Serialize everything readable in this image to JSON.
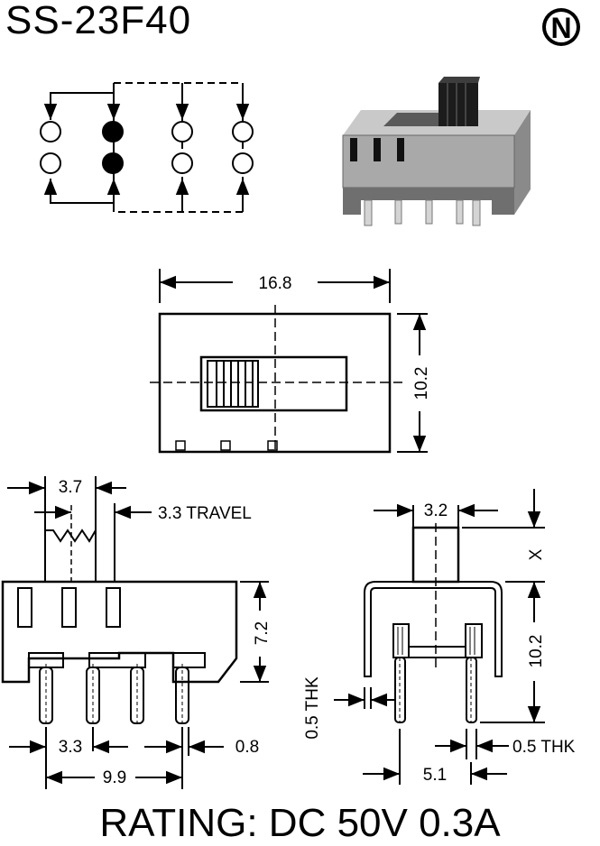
{
  "title": "SS-23F40",
  "logo_letter": "N",
  "rating": "RATING: DC 50V 0.3A",
  "top_view": {
    "width_label": "16.8",
    "height_label": "10.2"
  },
  "side_view": {
    "knob_width_label": "3.7",
    "travel_label": "3.3 TRAVEL",
    "height_label": "7.2",
    "pin_pitch_label": "3.3",
    "pin_width_label": "0.8",
    "pin_span_label": "9.9"
  },
  "end_view": {
    "knob_width_label": "3.2",
    "knob_height_label": "X",
    "body_height_label": "10.2",
    "thk_left_label": "0.5 THK",
    "thk_right_label": "0.5 THK",
    "pin_span_label": "5.1"
  }
}
